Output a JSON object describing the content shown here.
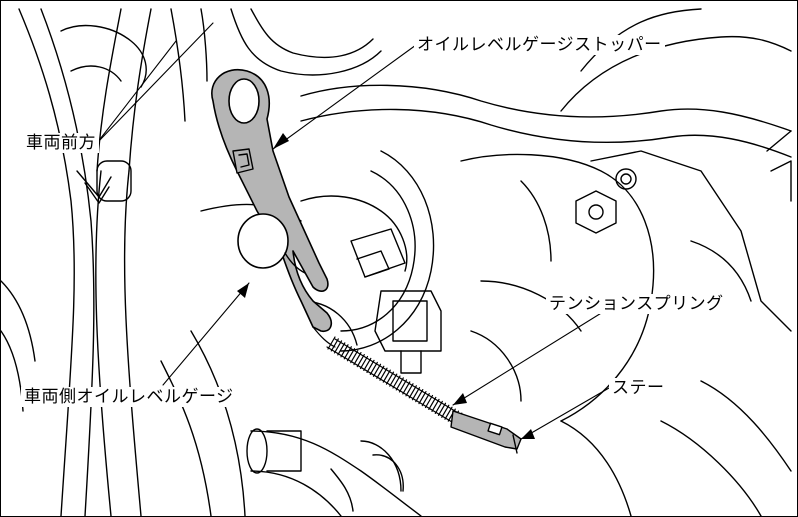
{
  "labels": {
    "oil_gauge_stopper": "オイルレベルゲージストッパー",
    "vehicle_front": "車両前方",
    "tension_spring": "テンションスプリング",
    "vehicle_side_oil_gauge": "車両側オイルレベルゲージ",
    "stay": "ステー"
  },
  "colors": {
    "line": "#000000",
    "part_fill": "#b5b5b5",
    "background": "#ffffff"
  }
}
